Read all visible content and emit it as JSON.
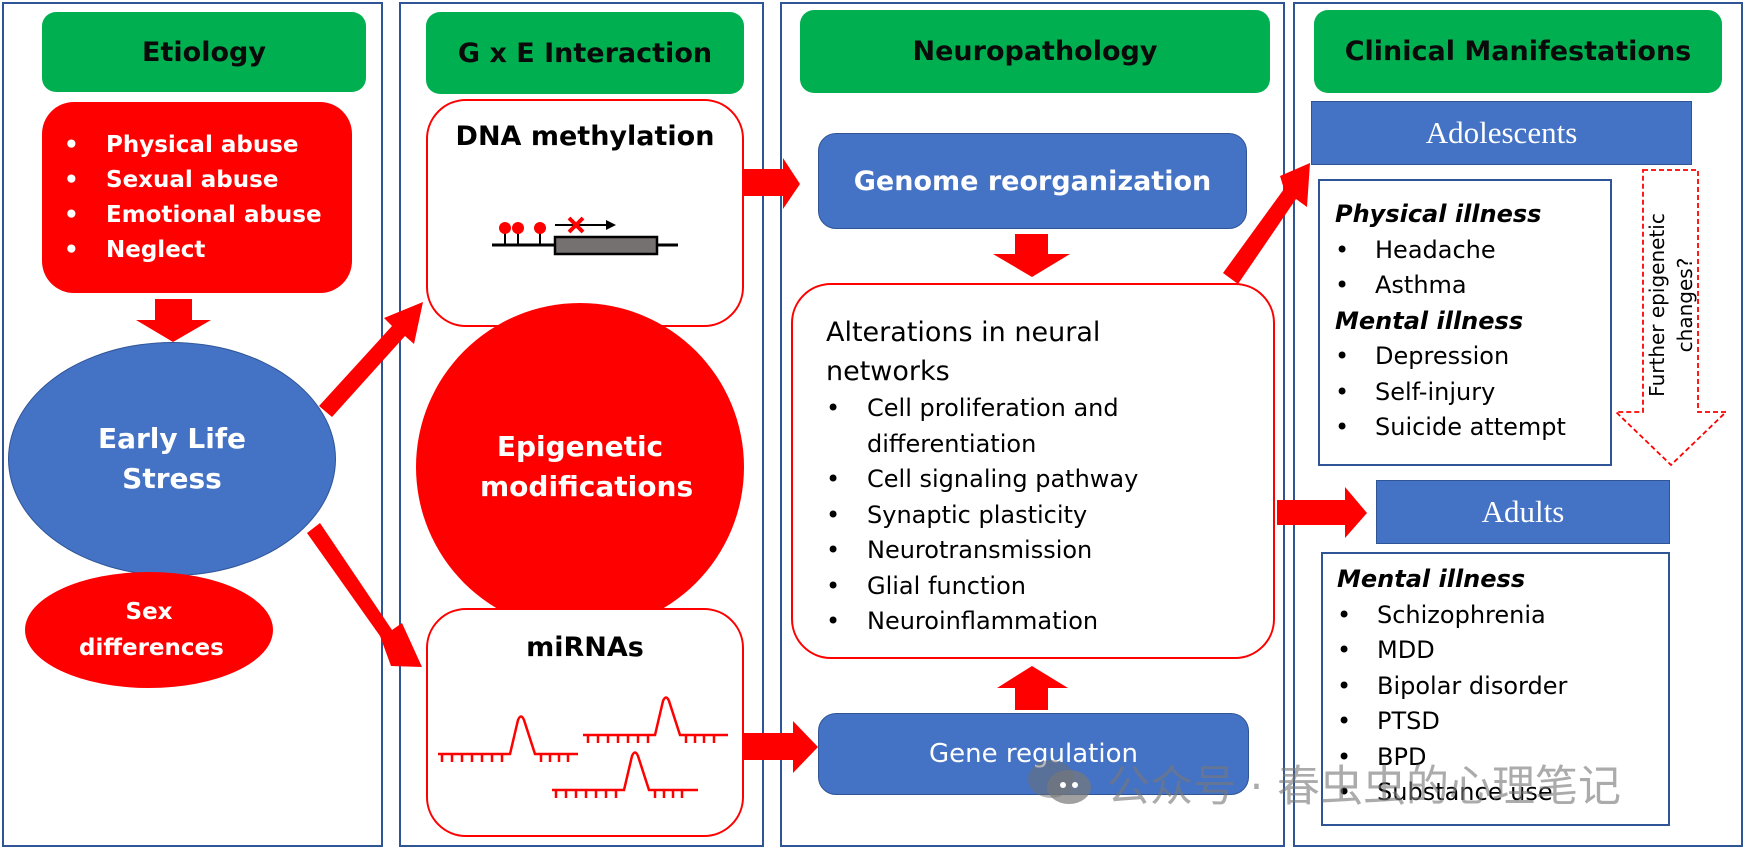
{
  "columns": {
    "etiology": {
      "header": "Etiology",
      "abuse_types": [
        "Physical abuse",
        "Sexual abuse",
        "Emotional abuse",
        "Neglect"
      ],
      "central_node": "Early Life Stress",
      "modifier_node": "Sex differences"
    },
    "gxe": {
      "header": "G x E Interaction",
      "dna_methylation": {
        "title": "DNA methylation",
        "illustration": "methylated-promoter-blocked-transcription-icon"
      },
      "central_node": "Epigenetic modifications",
      "mirnas": {
        "title": "miRNAs",
        "illustration": "mirna-hairpin-icon"
      }
    },
    "neuropathology": {
      "header": "Neuropathology",
      "genome_box": "Genome reorganization",
      "alterations": {
        "title": "Alterations in neural networks",
        "items": [
          "Cell proliferation and differentiation",
          "Cell signaling pathway",
          "Synaptic plasticity",
          "Neurotransmission",
          "Glial function",
          "Neuroinflammation"
        ]
      },
      "gene_box": "Gene regulation"
    },
    "clinical": {
      "header": "Clinical Manifestations",
      "adolescents": {
        "label": "Adolescents",
        "groups": [
          {
            "category": "Physical illness",
            "items": [
              "Headache",
              "Asthma"
            ]
          },
          {
            "category": "Mental illness",
            "items": [
              "Depression",
              "Self-injury",
              "Suicide attempt"
            ]
          }
        ]
      },
      "transition_arrow": "Further epigenetic changes?",
      "adults": {
        "label": "Adults",
        "groups": [
          {
            "category": "Mental illness",
            "items": [
              "Schizophrenia",
              "MDD",
              "Bipolar disorder",
              "PTSD",
              "BPD",
              "Substance use"
            ]
          }
        ]
      }
    }
  },
  "watermark": {
    "icon": "wechat-icon",
    "text": "公众号 · 春虫虫的心理笔记"
  },
  "colors": {
    "header_green": "#00b050",
    "accent_red": "#ff0000",
    "node_blue": "#4472c4",
    "border_blue": "#2f5597"
  }
}
